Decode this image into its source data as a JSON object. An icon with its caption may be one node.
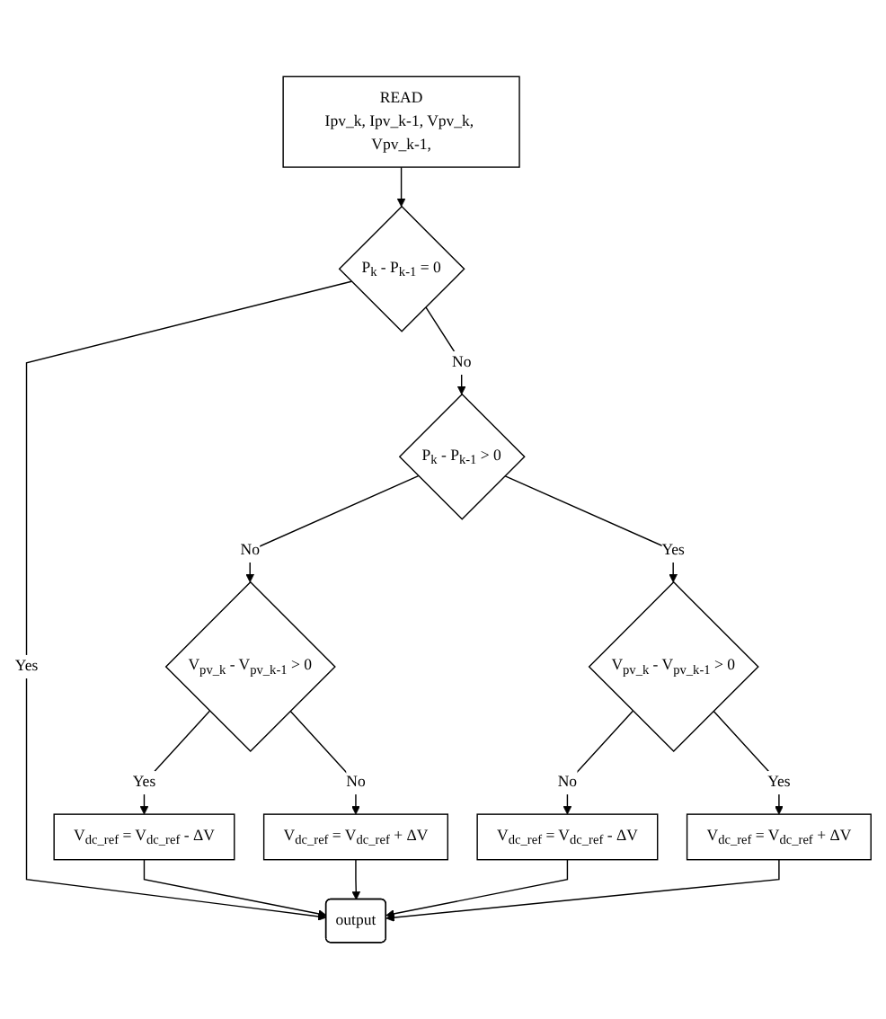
{
  "diagram": {
    "nodes": [
      {
        "text": [
          "READ",
          "Ipv_k, Ipv_k-1, Vpv_k, Vpv_k-1,"
        ]
      },
      {
        "text": [
          "P$_{k}$ - P$_{k-1}$ = 0"
        ]
      },
      {
        "text": [
          "P$_{k}$ - P$_{k-1}$ > 0"
        ]
      },
      {
        "text": [
          "V$_{pv_k}$ - V$_{pv_k-1}$ > 0"
        ]
      },
      {
        "text": [
          "V$_{pv_k}$ - V$_{pv_k-1}$ > 0"
        ]
      },
      {
        "text": [
          "V$_{dc_ref}$ = V$_{dc_ref}$ - ΔV"
        ]
      },
      {
        "text": [
          "V$_{dc_ref}$ = V$_{dc_ref}$ + ΔV"
        ]
      },
      {
        "text": [
          "V$_{dc_ref}$ = V$_{dc_ref}$ - ΔV"
        ]
      },
      {
        "text": [
          "V$_{dc_ref}$ = V$_{dc_ref}$ + ΔV"
        ]
      },
      {
        "text": [
          "output"
        ]
      }
    ],
    "edges": [
      {
        "from": 0,
        "to": 1,
        "arrow": "to"
      },
      {
        "from": 1,
        "to": 9,
        "arrow": "to",
        "label": "Yes"
      },
      {
        "from": 1,
        "to": 2,
        "arrow": "to",
        "label": "No"
      },
      {
        "from": 2,
        "to": 3,
        "arrow": "to",
        "label": "No"
      },
      {
        "from": 2,
        "to": 4,
        "arrow": "to",
        "label": "Yes"
      },
      {
        "from": 3,
        "to": 5,
        "arrow": "to",
        "label": "Yes"
      },
      {
        "from": 3,
        "to": 6,
        "arrow": "to",
        "label": "No"
      },
      {
        "from": 4,
        "to": 7,
        "arrow": "to",
        "label": "No"
      },
      {
        "from": 4,
        "to": 8,
        "arrow": "to",
        "label": "Yes"
      },
      {
        "from": 5,
        "to": 9,
        "arrow": "to"
      },
      {
        "from": 6,
        "to": 9,
        "arrow": "to"
      },
      {
        "from": 7,
        "to": 9,
        "arrow": "to"
      },
      {
        "from": 8,
        "to": 9,
        "arrow": "to"
      }
    ]
  }
}
